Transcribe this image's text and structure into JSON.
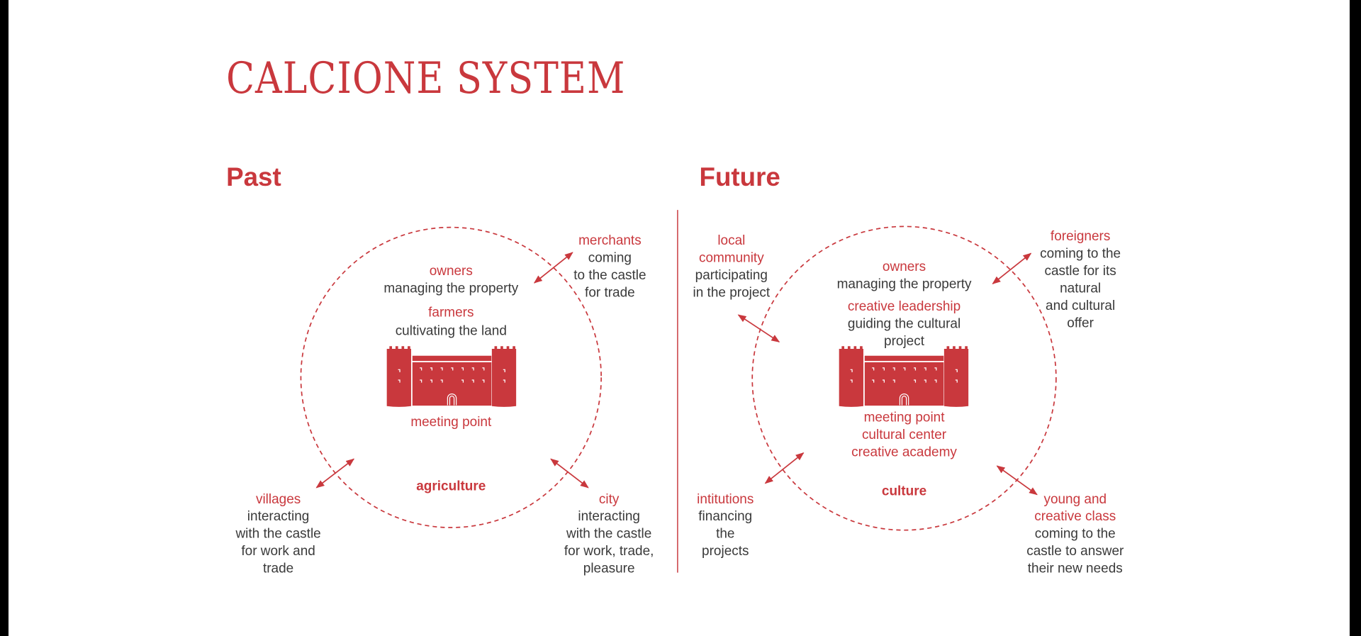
{
  "title": "CALCIONE SYSTEM",
  "accent_color": "#c9383d",
  "past": {
    "heading": "Past",
    "center": {
      "owners": "owners",
      "owners_desc": "managing the property",
      "farmers": "farmers",
      "farmers_desc": "cultivating the land",
      "meeting": "meeting point",
      "theme": "agriculture"
    },
    "merchants": {
      "label": "merchants",
      "lines": [
        "coming",
        "to the castle",
        "for trade"
      ]
    },
    "villages": {
      "label": "villages",
      "lines": [
        "interacting",
        "with the castle",
        "for work and",
        "trade"
      ]
    },
    "city": {
      "label": "city",
      "lines": [
        "interacting",
        "with the castle",
        "for work, trade,",
        "pleasure"
      ]
    }
  },
  "future": {
    "heading": "Future",
    "center": {
      "owners": "owners",
      "owners_desc": "managing the property",
      "leadership": "creative leadership",
      "leadership_lines": [
        "guiding the cultural",
        "project"
      ],
      "meeting_lines": [
        "meeting point",
        "cultural center",
        "creative academy"
      ],
      "theme": "culture"
    },
    "local": {
      "label_lines": [
        "local",
        "community"
      ],
      "lines": [
        "participating",
        "in the project"
      ]
    },
    "foreigners": {
      "label": "foreigners",
      "lines": [
        "coming to the",
        "castle for its",
        "natural",
        "and cultural",
        "offer"
      ]
    },
    "institutions": {
      "label": "intitutions",
      "lines": [
        "financing",
        "the",
        "projects"
      ]
    },
    "young": {
      "label_lines": [
        "young and",
        "creative class"
      ],
      "lines": [
        "coming to the",
        "castle to answer",
        "their new needs"
      ]
    }
  }
}
